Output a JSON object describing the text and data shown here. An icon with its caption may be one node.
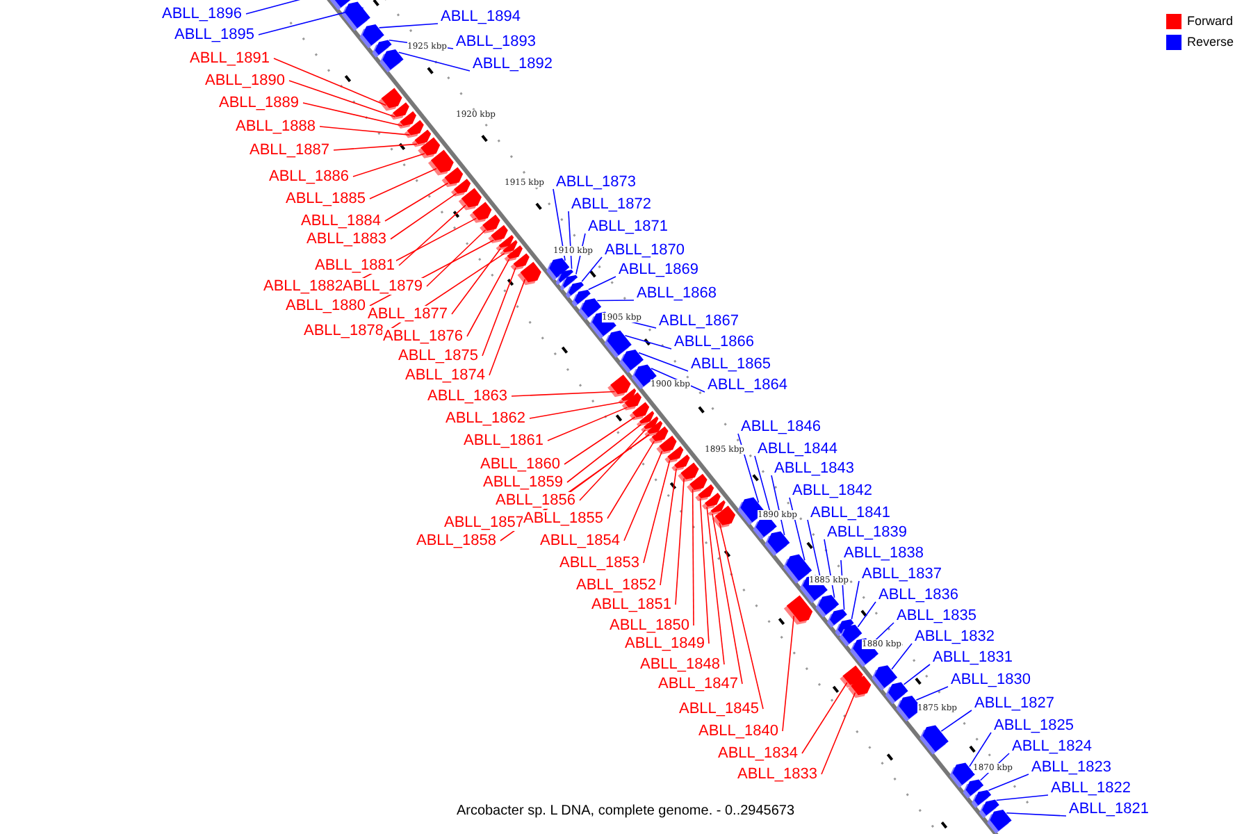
{
  "diagram": {
    "caption": "Arcobacter sp. L DNA, complete genome. - 0..2945673",
    "nodes": [
      {
        "text": [
          "ABLL_1896"
        ]
      },
      {
        "text": [
          "ABLL_1895"
        ]
      },
      {
        "text": [
          "ABLL_1894"
        ]
      },
      {
        "text": [
          "ABLL_1893"
        ]
      },
      {
        "text": [
          "ABLL_1892"
        ]
      },
      {
        "text": [
          "ABLL_1891"
        ]
      },
      {
        "text": [
          "ABLL_1890"
        ]
      },
      {
        "text": [
          "ABLL_1889"
        ]
      },
      {
        "text": [
          "ABLL_1888"
        ]
      },
      {
        "text": [
          "ABLL_1887"
        ]
      },
      {
        "text": [
          "ABLL_1886"
        ]
      },
      {
        "text": [
          "ABLL_1885"
        ]
      },
      {
        "text": [
          "ABLL_1884"
        ]
      },
      {
        "text": [
          "ABLL_1883"
        ]
      },
      {
        "text": [
          "ABLL_1881"
        ]
      },
      {
        "text": [
          "ABLL_1882"
        ]
      },
      {
        "text": [
          "ABLL_1879"
        ]
      },
      {
        "text": [
          "ABLL_1880"
        ]
      },
      {
        "text": [
          "ABLL_1877"
        ]
      },
      {
        "text": [
          "ABLL_1878"
        ]
      },
      {
        "text": [
          "ABLL_1876"
        ]
      },
      {
        "text": [
          "ABLL_1875"
        ]
      },
      {
        "text": [
          "ABLL_1874"
        ]
      },
      {
        "text": [
          "ABLL_1873"
        ]
      },
      {
        "text": [
          "ABLL_1872"
        ]
      },
      {
        "text": [
          "ABLL_1871"
        ]
      },
      {
        "text": [
          "ABLL_1870"
        ]
      },
      {
        "text": [
          "ABLL_1869"
        ]
      },
      {
        "text": [
          "ABLL_1868"
        ]
      },
      {
        "text": [
          "ABLL_1867"
        ]
      },
      {
        "text": [
          "ABLL_1866"
        ]
      },
      {
        "text": [
          "ABLL_1865"
        ]
      },
      {
        "text": [
          "ABLL_1864"
        ]
      },
      {
        "text": [
          "ABLL_1863"
        ]
      },
      {
        "text": [
          "ABLL_1862"
        ]
      },
      {
        "text": [
          "ABLL_1861"
        ]
      },
      {
        "text": [
          "ABLL_1860"
        ]
      },
      {
        "text": [
          "ABLL_1859"
        ]
      },
      {
        "text": [
          "ABLL_1856"
        ]
      },
      {
        "text": [
          "ABLL_1857"
        ]
      },
      {
        "text": [
          "ABLL_1855"
        ]
      },
      {
        "text": [
          "ABLL_1858"
        ]
      },
      {
        "text": [
          "ABLL_1854"
        ]
      },
      {
        "text": [
          "ABLL_1853"
        ]
      },
      {
        "text": [
          "ABLL_1852"
        ]
      },
      {
        "text": [
          "ABLL_1851"
        ]
      },
      {
        "text": [
          "ABLL_1850"
        ]
      },
      {
        "text": [
          "ABLL_1849"
        ]
      },
      {
        "text": [
          "ABLL_1848"
        ]
      },
      {
        "text": [
          "ABLL_1847"
        ]
      },
      {
        "text": [
          "ABLL_1845"
        ]
      },
      {
        "text": [
          "ABLL_1840"
        ]
      },
      {
        "text": [
          "ABLL_1834"
        ]
      },
      {
        "text": [
          "ABLL_1833"
        ]
      },
      {
        "text": [
          "ABLL_1846"
        ]
      },
      {
        "text": [
          "ABLL_1844"
        ]
      },
      {
        "text": [
          "ABLL_1843"
        ]
      },
      {
        "text": [
          "ABLL_1842"
        ]
      },
      {
        "text": [
          "ABLL_1841"
        ]
      },
      {
        "text": [
          "ABLL_1839"
        ]
      },
      {
        "text": [
          "ABLL_1838"
        ]
      },
      {
        "text": [
          "ABLL_1837"
        ]
      },
      {
        "text": [
          "ABLL_1836"
        ]
      },
      {
        "text": [
          "ABLL_1835"
        ]
      },
      {
        "text": [
          "ABLL_1832"
        ]
      },
      {
        "text": [
          "ABLL_1831"
        ]
      },
      {
        "text": [
          "ABLL_1830"
        ]
      },
      {
        "text": [
          "ABLL_1827"
        ]
      },
      {
        "text": [
          "ABLL_1825"
        ]
      },
      {
        "text": [
          "ABLL_1824"
        ]
      },
      {
        "text": [
          "ABLL_1823"
        ]
      },
      {
        "text": [
          "ABLL_1822"
        ]
      },
      {
        "text": [
          "ABLL_1821"
        ]
      },
      {
        "text": [],
        "shape": "box"
      },
      {
        "text": [],
        "shape": "box"
      },
      {
        "text": [],
        "shape": "box"
      },
      {
        "text": [],
        "shape": "box"
      },
      {
        "text": [],
        "shape": "box"
      },
      {
        "text": [],
        "shape": "box"
      },
      {
        "text": [],
        "shape": "box"
      },
      {
        "text": [],
        "shape": "box"
      },
      {
        "text": [],
        "shape": "box"
      },
      {
        "text": [],
        "shape": "box"
      },
      {
        "text": [],
        "shape": "box"
      },
      {
        "text": [],
        "shape": "box"
      },
      {
        "text": [],
        "shape": "box"
      },
      {
        "text": [],
        "shape": "box"
      },
      {
        "text": [],
        "shape": "box"
      },
      {
        "text": [],
        "shape": "box"
      },
      {
        "text": [],
        "shape": "box"
      },
      {
        "text": [],
        "shape": "box"
      },
      {
        "text": [],
        "shape": "box"
      },
      {
        "text": [],
        "shape": "box"
      },
      {
        "text": [],
        "shape": "box"
      },
      {
        "text": [],
        "shape": "box"
      },
      {
        "text": [],
        "shape": "box"
      },
      {
        "text": [],
        "shape": "box"
      },
      {
        "text": [],
        "shape": "box"
      },
      {
        "text": [],
        "shape": "box"
      },
      {
        "text": [],
        "shape": "box"
      },
      {
        "text": [],
        "shape": "box"
      },
      {
        "text": [],
        "shape": "box"
      },
      {
        "text": [],
        "shape": "box"
      },
      {
        "text": [],
        "shape": "box"
      },
      {
        "text": [],
        "shape": "box"
      },
      {
        "text": [],
        "shape": "box"
      },
      {
        "text": [],
        "shape": "box"
      },
      {
        "text": [],
        "shape": "box"
      },
      {
        "text": [],
        "shape": "box"
      },
      {
        "text": [],
        "shape": "box"
      },
      {
        "text": [],
        "shape": "box"
      },
      {
        "text": [],
        "shape": "box"
      },
      {
        "text": [],
        "shape": "box"
      },
      {
        "text": [],
        "shape": "box"
      },
      {
        "text": [],
        "shape": "box"
      },
      {
        "text": [],
        "shape": "box"
      },
      {
        "text": [],
        "shape": "box"
      },
      {
        "text": [],
        "shape": "box"
      },
      {
        "text": [],
        "shape": "box"
      },
      {
        "text": [],
        "shape": "box"
      },
      {
        "text": [],
        "shape": "box"
      },
      {
        "text": [],
        "shape": "box"
      },
      {
        "text": [],
        "shape": "box"
      },
      {
        "text": [],
        "shape": "box"
      },
      {
        "text": [],
        "shape": "box"
      },
      {
        "text": [],
        "shape": "box"
      },
      {
        "text": [],
        "shape": "box"
      },
      {
        "text": [],
        "shape": "box"
      },
      {
        "text": [],
        "shape": "box"
      },
      {
        "text": [],
        "shape": "box"
      },
      {
        "text": [],
        "shape": "box"
      },
      {
        "text": [],
        "shape": "box"
      },
      {
        "text": [],
        "shape": "box"
      },
      {
        "text": [],
        "shape": "box"
      },
      {
        "text": [],
        "shape": "box"
      },
      {
        "text": [],
        "shape": "box"
      },
      {
        "text": [],
        "shape": "box"
      },
      {
        "text": [],
        "shape": "box"
      },
      {
        "text": [],
        "shape": "box"
      },
      {
        "text": [],
        "shape": "box"
      },
      {
        "text": [],
        "shape": "box"
      },
      {
        "text": [],
        "shape": "box"
      },
      {
        "text": [],
        "shape": "box"
      },
      {
        "text": [],
        "shape": "box"
      },
      {
        "text": [],
        "shape": "box"
      },
      {
        "text": [],
        "shape": "box"
      }
    ],
    "edges": [
      {
        "from": 0,
        "to": 73,
        "arrow": "none",
        "color": "#0000ff"
      },
      {
        "from": 1,
        "to": 74,
        "arrow": "none",
        "color": "#0000ff"
      },
      {
        "from": 2,
        "to": 75,
        "arrow": "none",
        "color": "#0000ff"
      },
      {
        "from": 3,
        "to": 76,
        "arrow": "none",
        "color": "#0000ff"
      },
      {
        "from": 4,
        "to": 77,
        "arrow": "none",
        "color": "#0000ff"
      },
      {
        "from": 5,
        "to": 78,
        "arrow": "none"
      },
      {
        "from": 6,
        "to": 79,
        "arrow": "none"
      },
      {
        "from": 7,
        "to": 80,
        "arrow": "none"
      },
      {
        "from": 8,
        "to": 81,
        "arrow": "none"
      },
      {
        "from": 9,
        "to": 82,
        "arrow": "none"
      },
      {
        "from": 10,
        "to": 83,
        "arrow": "none"
      },
      {
        "from": 11,
        "to": 84,
        "arrow": "none"
      },
      {
        "from": 12,
        "to": 85,
        "arrow": "none"
      },
      {
        "from": 13,
        "to": 86,
        "arrow": "none"
      },
      {
        "from": 14,
        "to": 87,
        "arrow": "none"
      },
      {
        "from": 15,
        "to": 88,
        "arrow": "none"
      },
      {
        "from": 16,
        "to": 89,
        "arrow": "none"
      },
      {
        "from": 17,
        "to": 90,
        "arrow": "none"
      },
      {
        "from": 18,
        "to": 91,
        "arrow": "none"
      },
      {
        "from": 19,
        "to": 92,
        "arrow": "none"
      },
      {
        "from": 20,
        "to": 93,
        "arrow": "none"
      },
      {
        "from": 21,
        "to": 94,
        "arrow": "none"
      },
      {
        "from": 22,
        "to": 95,
        "arrow": "none"
      },
      {
        "from": 23,
        "to": 96,
        "arrow": "none",
        "color": "#0000ff"
      },
      {
        "from": 24,
        "to": 97,
        "arrow": "none",
        "color": "#0000ff"
      },
      {
        "from": 25,
        "to": 98,
        "arrow": "none",
        "color": "#0000ff"
      },
      {
        "from": 26,
        "to": 99,
        "arrow": "none",
        "color": "#0000ff"
      },
      {
        "from": 27,
        "to": 100,
        "arrow": "none",
        "color": "#0000ff"
      },
      {
        "from": 28,
        "to": 101,
        "arrow": "none",
        "color": "#0000ff"
      },
      {
        "from": 29,
        "to": 102,
        "arrow": "none",
        "color": "#0000ff"
      },
      {
        "from": 30,
        "to": 103,
        "arrow": "none",
        "color": "#0000ff"
      },
      {
        "from": 31,
        "to": 104,
        "arrow": "none",
        "color": "#0000ff"
      },
      {
        "from": 32,
        "to": 105,
        "arrow": "none",
        "color": "#0000ff"
      },
      {
        "from": 33,
        "to": 106,
        "arrow": "none"
      },
      {
        "from": 34,
        "to": 107,
        "arrow": "none"
      },
      {
        "from": 35,
        "to": 108,
        "arrow": "none"
      },
      {
        "from": 36,
        "to": 109,
        "arrow": "none"
      },
      {
        "from": 37,
        "to": 110,
        "arrow": "none"
      },
      {
        "from": 38,
        "to": 111,
        "arrow": "none"
      },
      {
        "from": 39,
        "to": 112,
        "arrow": "none"
      },
      {
        "from": 40,
        "to": 113,
        "arrow": "none"
      },
      {
        "from": 41,
        "to": 114,
        "arrow": "none"
      },
      {
        "from": 42,
        "to": 115,
        "arrow": "none"
      },
      {
        "from": 43,
        "to": 116,
        "arrow": "none"
      },
      {
        "from": 44,
        "to": 117,
        "arrow": "none"
      },
      {
        "from": 45,
        "to": 118,
        "arrow": "none"
      },
      {
        "from": 46,
        "to": 119,
        "arrow": "none"
      },
      {
        "from": 47,
        "to": 120,
        "arrow": "none"
      },
      {
        "from": 48,
        "to": 121,
        "arrow": "none"
      },
      {
        "from": 49,
        "to": 122,
        "arrow": "none"
      },
      {
        "from": 50,
        "to": 123,
        "arrow": "none"
      },
      {
        "from": 51,
        "to": 124,
        "arrow": "none"
      },
      {
        "from": 52,
        "to": 125,
        "arrow": "none"
      },
      {
        "from": 53,
        "to": 126,
        "arrow": "none"
      },
      {
        "from": 54,
        "to": 127,
        "arrow": "none",
        "color": "#0000ff"
      },
      {
        "from": 55,
        "to": 128,
        "arrow": "none",
        "color": "#0000ff"
      },
      {
        "from": 56,
        "to": 129,
        "arrow": "none",
        "color": "#0000ff"
      },
      {
        "from": 57,
        "to": 130,
        "arrow": "none",
        "color": "#0000ff"
      },
      {
        "from": 58,
        "to": 131,
        "arrow": "none",
        "color": "#0000ff"
      },
      {
        "from": 59,
        "to": 132,
        "arrow": "none",
        "color": "#0000ff"
      },
      {
        "from": 60,
        "to": 133,
        "arrow": "none",
        "color": "#0000ff"
      },
      {
        "from": 61,
        "to": 134,
        "arrow": "none",
        "color": "#0000ff"
      },
      {
        "from": 62,
        "to": 135,
        "arrow": "none",
        "color": "#0000ff"
      },
      {
        "from": 63,
        "to": 136,
        "arrow": "none",
        "color": "#0000ff"
      },
      {
        "from": 64,
        "to": 137,
        "arrow": "none",
        "color": "#0000ff"
      },
      {
        "from": 65,
        "to": 138,
        "arrow": "none",
        "color": "#0000ff"
      },
      {
        "from": 66,
        "to": 139,
        "arrow": "none",
        "color": "#0000ff"
      },
      {
        "from": 67,
        "to": 140,
        "arrow": "none",
        "color": "#0000ff"
      },
      {
        "from": 68,
        "to": 141,
        "arrow": "none",
        "color": "#0000ff"
      },
      {
        "from": 69,
        "to": 142,
        "arrow": "none",
        "color": "#0000ff"
      },
      {
        "from": 70,
        "to": 143,
        "arrow": "none",
        "color": "#0000ff"
      },
      {
        "from": 71,
        "to": 144,
        "arrow": "none",
        "color": "#0000ff"
      },
      {
        "from": 72,
        "to": 145,
        "arrow": "none",
        "color": "#0000ff"
      }
    ],
    "labels": [
      "1925 kbp",
      "1920 kbp",
      "1915 kbp",
      "1910 kbp",
      "1905 kbp",
      "1900 kbp",
      "1895 kbp",
      "1890 kbp",
      "1885 kbp",
      "1880 kbp",
      "1875 kbp",
      "1870 kbp"
    ],
    "legend": [
      {
        "text": "Forward",
        "color": "#ff0000"
      },
      {
        "text": "Reverse",
        "color": "#0000ff"
      }
    ]
  }
}
